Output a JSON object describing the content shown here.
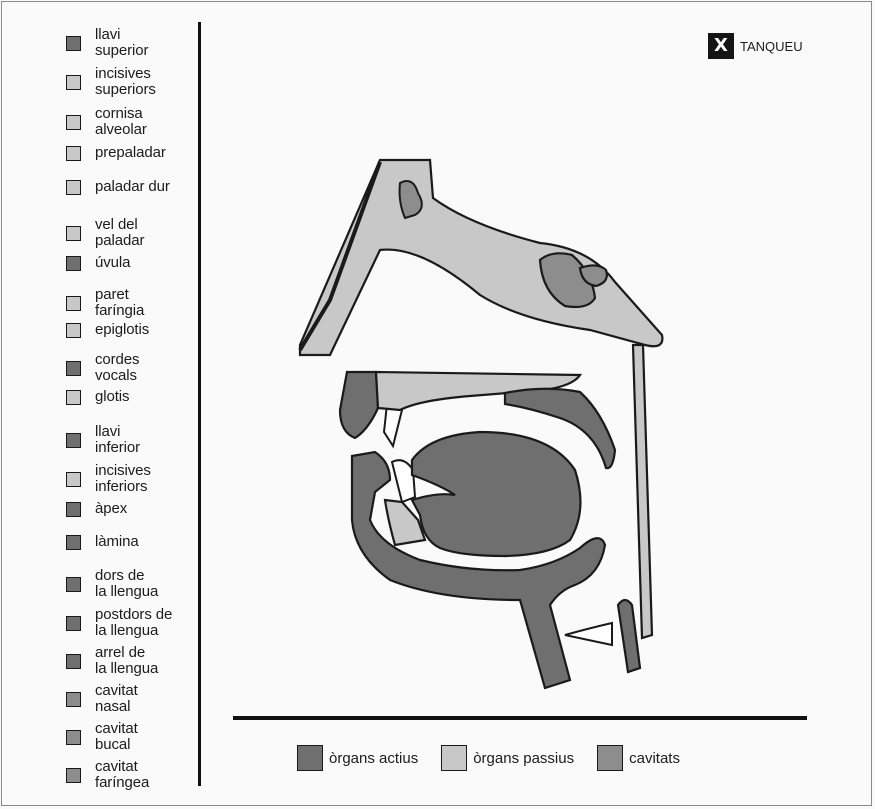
{
  "colors": {
    "actius": "#6f6f6f",
    "passius": "#c8c8c8",
    "cavitats": "#8d8d8d",
    "outline": "#1a1a1a"
  },
  "sidebar": {
    "items": [
      {
        "label": "llavi\nsuperior",
        "type": "actius"
      },
      {
        "label": "incisives\nsuperiors",
        "type": "passius"
      },
      {
        "label": "cornisa\nalveolar",
        "type": "passius"
      },
      {
        "label": "prepaladar",
        "type": "passius"
      },
      {
        "label": "paladar dur",
        "type": "passius"
      },
      {
        "label": "vel del\npaladar",
        "type": "passius"
      },
      {
        "label": "úvula",
        "type": "actius"
      },
      {
        "label": "paret\nfaríngia",
        "type": "passius"
      },
      {
        "label": "epiglotis",
        "type": "passius"
      },
      {
        "label": "cordes\nvocals",
        "type": "actius"
      },
      {
        "label": "glotis",
        "type": "passius"
      },
      {
        "label": "llavi\ninferior",
        "type": "actius"
      },
      {
        "label": "incisives\ninferiors",
        "type": "passius"
      },
      {
        "label": "àpex",
        "type": "actius"
      },
      {
        "label": "làmina",
        "type": "actius"
      },
      {
        "label": "dors de\nla llengua",
        "type": "actius"
      },
      {
        "label": "postdors de\nla llengua",
        "type": "actius"
      },
      {
        "label": "arrel de\nla llengua",
        "type": "actius"
      },
      {
        "label": "cavitat\nnasal",
        "type": "cavitats"
      },
      {
        "label": "cavitat\nbucal",
        "type": "cavitats"
      },
      {
        "label": "cavitat\nfaríngea",
        "type": "cavitats"
      }
    ]
  },
  "close": {
    "icon": "close-icon",
    "glyph": "X",
    "label": "TANQUEU"
  },
  "legend": [
    {
      "label": "òrgans actius",
      "type": "actius"
    },
    {
      "label": "òrgans passius",
      "type": "passius"
    },
    {
      "label": "cavitats",
      "type": "cavitats"
    }
  ]
}
